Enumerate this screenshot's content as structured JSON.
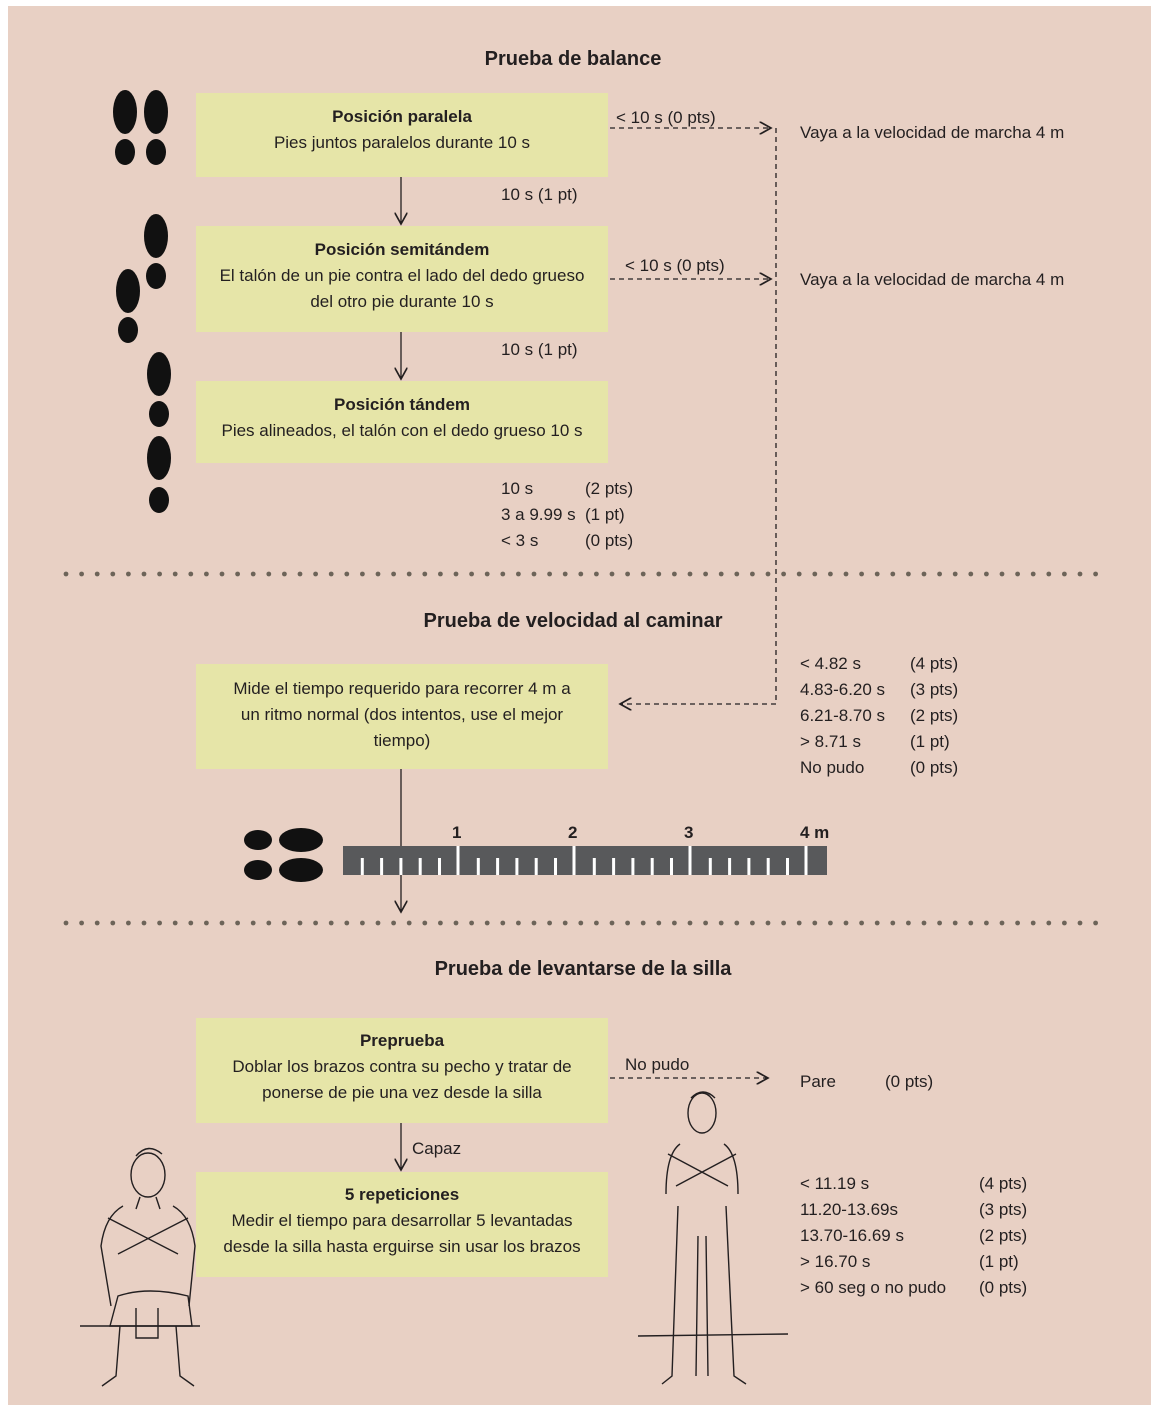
{
  "sections": {
    "balance": {
      "title": "Prueba de balance",
      "boxes": [
        {
          "title": "Posición paralela",
          "desc": "Pies juntos paralelos durante 10 s"
        },
        {
          "title": "Posición semitándem",
          "desc": "El talón de un pie contra el lado del dedo grueso del otro pie durante 10 s"
        },
        {
          "title": "Posición tándem",
          "desc": "Pies alineados, el talón con el dedo grueso 10 s"
        }
      ],
      "fail_labels": [
        "< 10 s (0 pts)",
        "< 10 s (0 pts)"
      ],
      "pass_labels": [
        "10 s (1 pt)",
        "10 s (1 pt)"
      ],
      "goto_labels": [
        "Vaya a la velocidad de marcha 4 m",
        "Vaya a la velocidad de marcha 4 m"
      ],
      "tandem_scores": [
        {
          "time": "10 s",
          "pts": "(2 pts)"
        },
        {
          "time": "3 a 9.99 s",
          "pts": "(1 pt)"
        },
        {
          "time": "< 3 s",
          "pts": "(0 pts)"
        }
      ]
    },
    "gait": {
      "title": "Prueba de velocidad al caminar",
      "box_text": "Mide el tiempo requerido para recorrer 4 m a un ritmo normal (dos intentos, use el mejor tiempo)",
      "scores": [
        {
          "time": "< 4.82 s",
          "pts": "(4 pts)"
        },
        {
          "time": "4.83-6.20 s",
          "pts": "(3 pts)"
        },
        {
          "time": "6.21-8.70 s",
          "pts": "(2 pts)"
        },
        {
          "time": "> 8.71 s",
          "pts": "(1 pt)"
        },
        {
          "time": "No pudo",
          "pts": "(0 pts)"
        }
      ],
      "ruler_labels": [
        "1",
        "2",
        "3",
        "4 m"
      ]
    },
    "chair": {
      "title": "Prueba de levantarse de la silla",
      "boxes": [
        {
          "title": "Preprueba",
          "desc": "Doblar los brazos contra su pecho y tratar de ponerse de pie una vez desde la silla"
        },
        {
          "title": "5 repeticiones",
          "desc": "Medir el tiempo para desarrollar 5 levantadas desde la silla hasta erguirse sin usar los brazos"
        }
      ],
      "fail_label": "No pudo",
      "stop_label": "Pare",
      "stop_pts": "(0 pts)",
      "pass_label": "Capaz",
      "scores": [
        {
          "time": "< 11.19 s",
          "pts": "(4 pts)"
        },
        {
          "time": "11.20-13.69s",
          "pts": "(3 pts)"
        },
        {
          "time": "13.70-16.69 s",
          "pts": "(2 pts)"
        },
        {
          "time": "> 16.70 s",
          "pts": "(1 pt)"
        },
        {
          "time": "> 60 seg o no pudo",
          "pts": "(0 pts)"
        }
      ]
    }
  },
  "colors": {
    "background": "#e8d0c4",
    "box": "#e6e5a8",
    "ink": "#231f20",
    "ruler": "#58595b",
    "dots": "#6d6459"
  }
}
